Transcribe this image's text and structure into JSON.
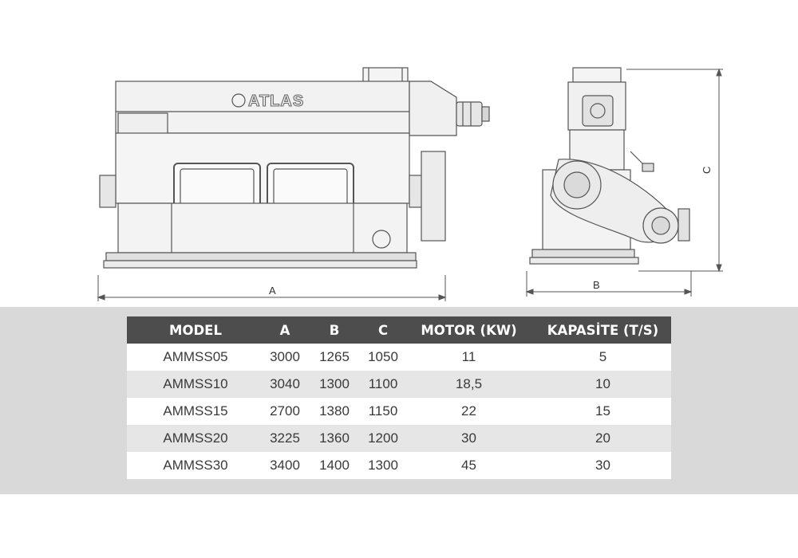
{
  "drawing": {
    "brand": "ATLAS",
    "dim_a": "A",
    "dim_b": "B",
    "dim_c": "C"
  },
  "table": {
    "headers": [
      "MODEL",
      "A",
      "B",
      "C",
      "MOTOR (KW)",
      "KAPASİTE (T/S)"
    ],
    "rows": [
      [
        "AMMSS05",
        "3000",
        "1265",
        "1050",
        "11",
        "5"
      ],
      [
        "AMMSS10",
        "3040",
        "1300",
        "1100",
        "18,5",
        "10"
      ],
      [
        "AMMSS15",
        "2700",
        "1380",
        "1150",
        "22",
        "15"
      ],
      [
        "AMMSS20",
        "3225",
        "1360",
        "1200",
        "30",
        "20"
      ],
      [
        "AMMSS30",
        "3400",
        "1400",
        "1300",
        "45",
        "30"
      ]
    ]
  },
  "colors": {
    "header_bg": "#4d4d4d",
    "band_bg": "#d9d9d9",
    "row_alt": "#e6e6e6",
    "line": "#555555"
  }
}
